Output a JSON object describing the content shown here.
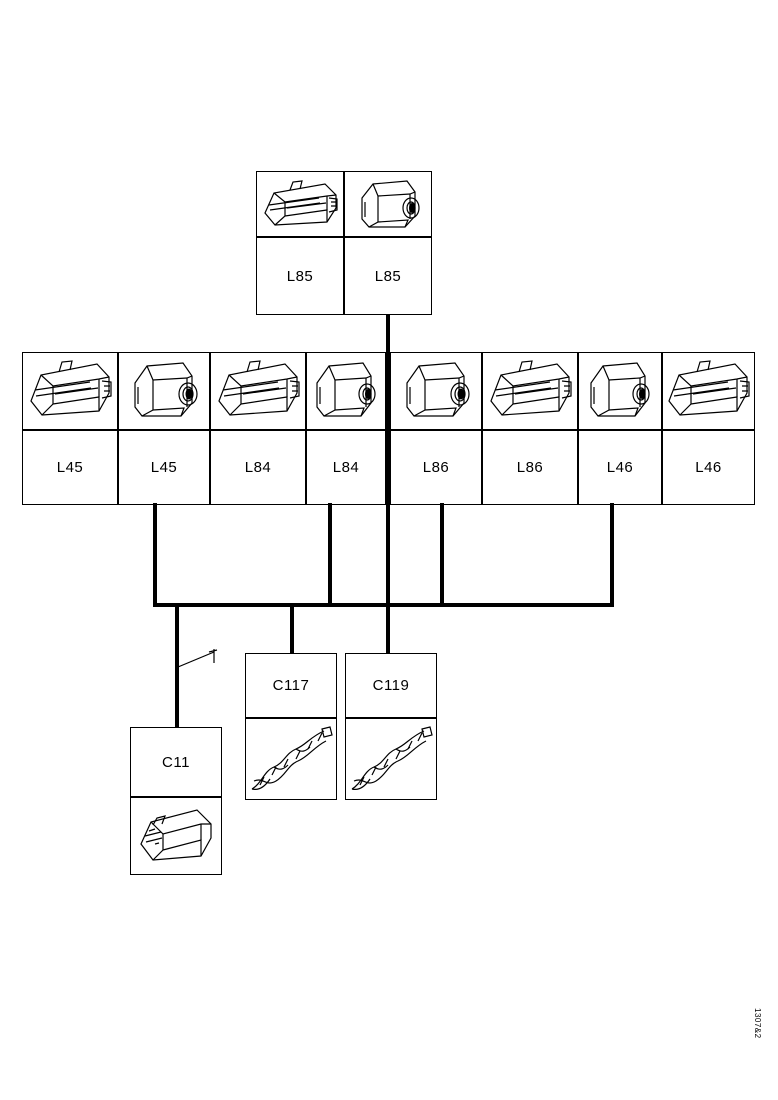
{
  "diagram": {
    "type": "wiring-harness-connector-tree",
    "reference_code": "1307&2",
    "top_group": {
      "cells": [
        {
          "label": "L85",
          "icon": "lamp-connector-icon"
        },
        {
          "label": "L85",
          "icon": "box-connector-icon"
        }
      ]
    },
    "middle_group_left": {
      "cells": [
        {
          "label": "L45",
          "icon": "lamp-connector-icon"
        },
        {
          "label": "L45",
          "icon": "box-connector-icon"
        },
        {
          "label": "L84",
          "icon": "lamp-connector-icon"
        },
        {
          "label": "L84",
          "icon": "box-connector-icon"
        }
      ]
    },
    "middle_group_right": {
      "cells": [
        {
          "label": "L86",
          "icon": "box-connector-icon"
        },
        {
          "label": "L86",
          "icon": "lamp-connector-icon"
        },
        {
          "label": "L46",
          "icon": "box-connector-icon"
        },
        {
          "label": "L46",
          "icon": "lamp-connector-icon"
        }
      ]
    },
    "bottom_nodes": [
      {
        "label": "C11",
        "icon": "plug-connector-icon",
        "label_position": "top"
      },
      {
        "label": "C117",
        "icon": "twisted-pair-icon",
        "label_position": "top"
      },
      {
        "label": "C119",
        "icon": "twisted-pair-icon",
        "label_position": "top"
      }
    ]
  }
}
